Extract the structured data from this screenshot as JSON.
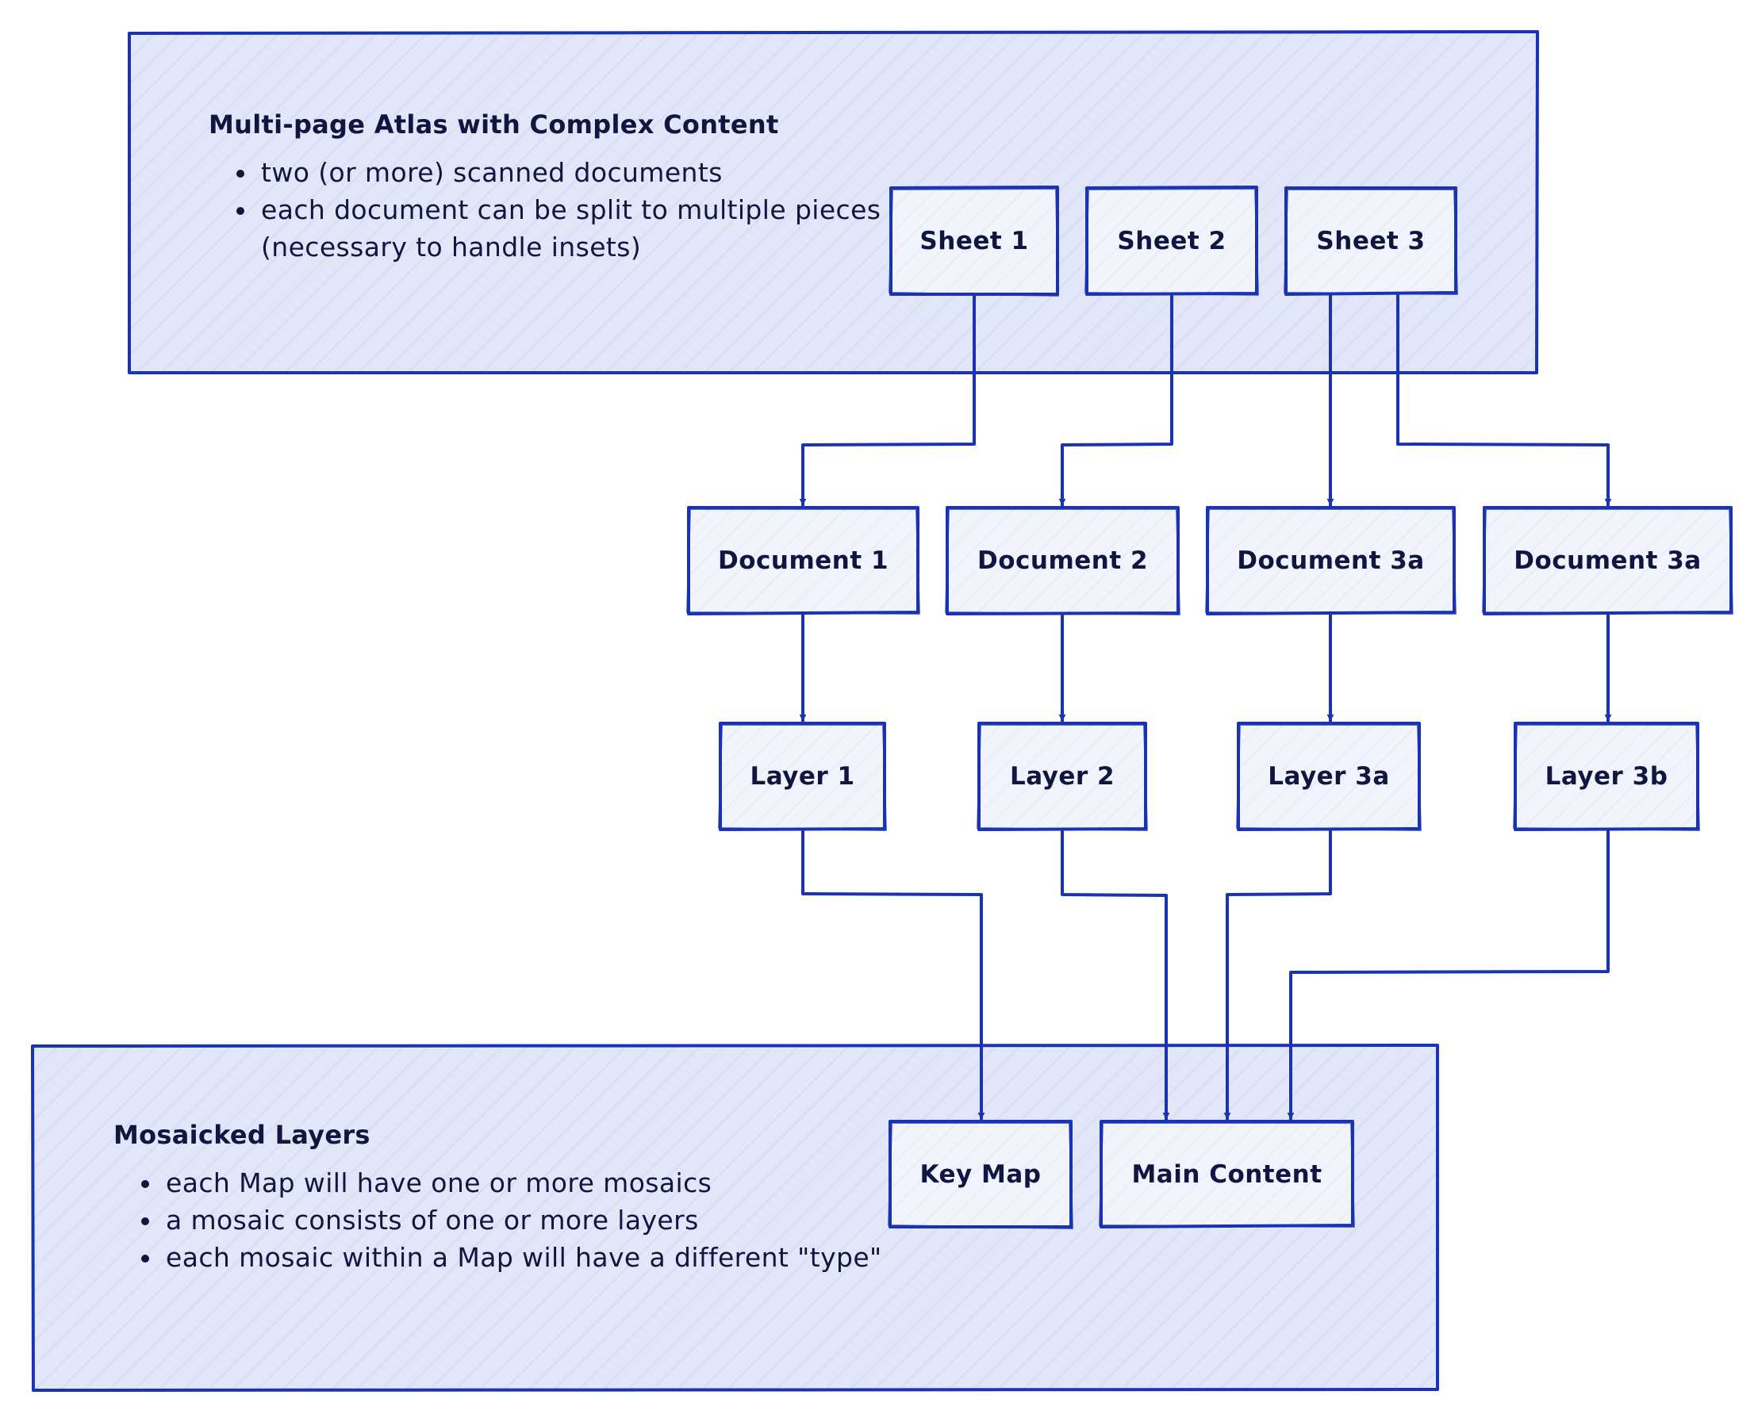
{
  "colors": {
    "stroke": "#1a33b3",
    "group_fill": "#e1e6f8",
    "node_fill": "#f2f4fd",
    "text": "#0f1740"
  },
  "groups": {
    "top": {
      "title": "Multi-page Atlas with Complex Content",
      "bullets": [
        "two (or more) scanned documents",
        "each document can be split to multiple pieces (necessary to handle insets)"
      ]
    },
    "bottom": {
      "title": "Mosaicked Layers",
      "bullets": [
        "each Map will have one or more mosaics",
        "a mosaic consists of one or more layers",
        "each mosaic within a Map will have a different \"type\""
      ]
    }
  },
  "nodes": {
    "sheet1": "Sheet 1",
    "sheet2": "Sheet 2",
    "sheet3": "Sheet 3",
    "document1": "Document 1",
    "document2": "Document 2",
    "document3a_first": "Document 3a",
    "document3a_second": "Document 3a",
    "layer1": "Layer 1",
    "layer2": "Layer 2",
    "layer3a": "Layer 3a",
    "layer3b": "Layer 3b",
    "keymap": "Key Map",
    "maincontent": "Main Content"
  }
}
